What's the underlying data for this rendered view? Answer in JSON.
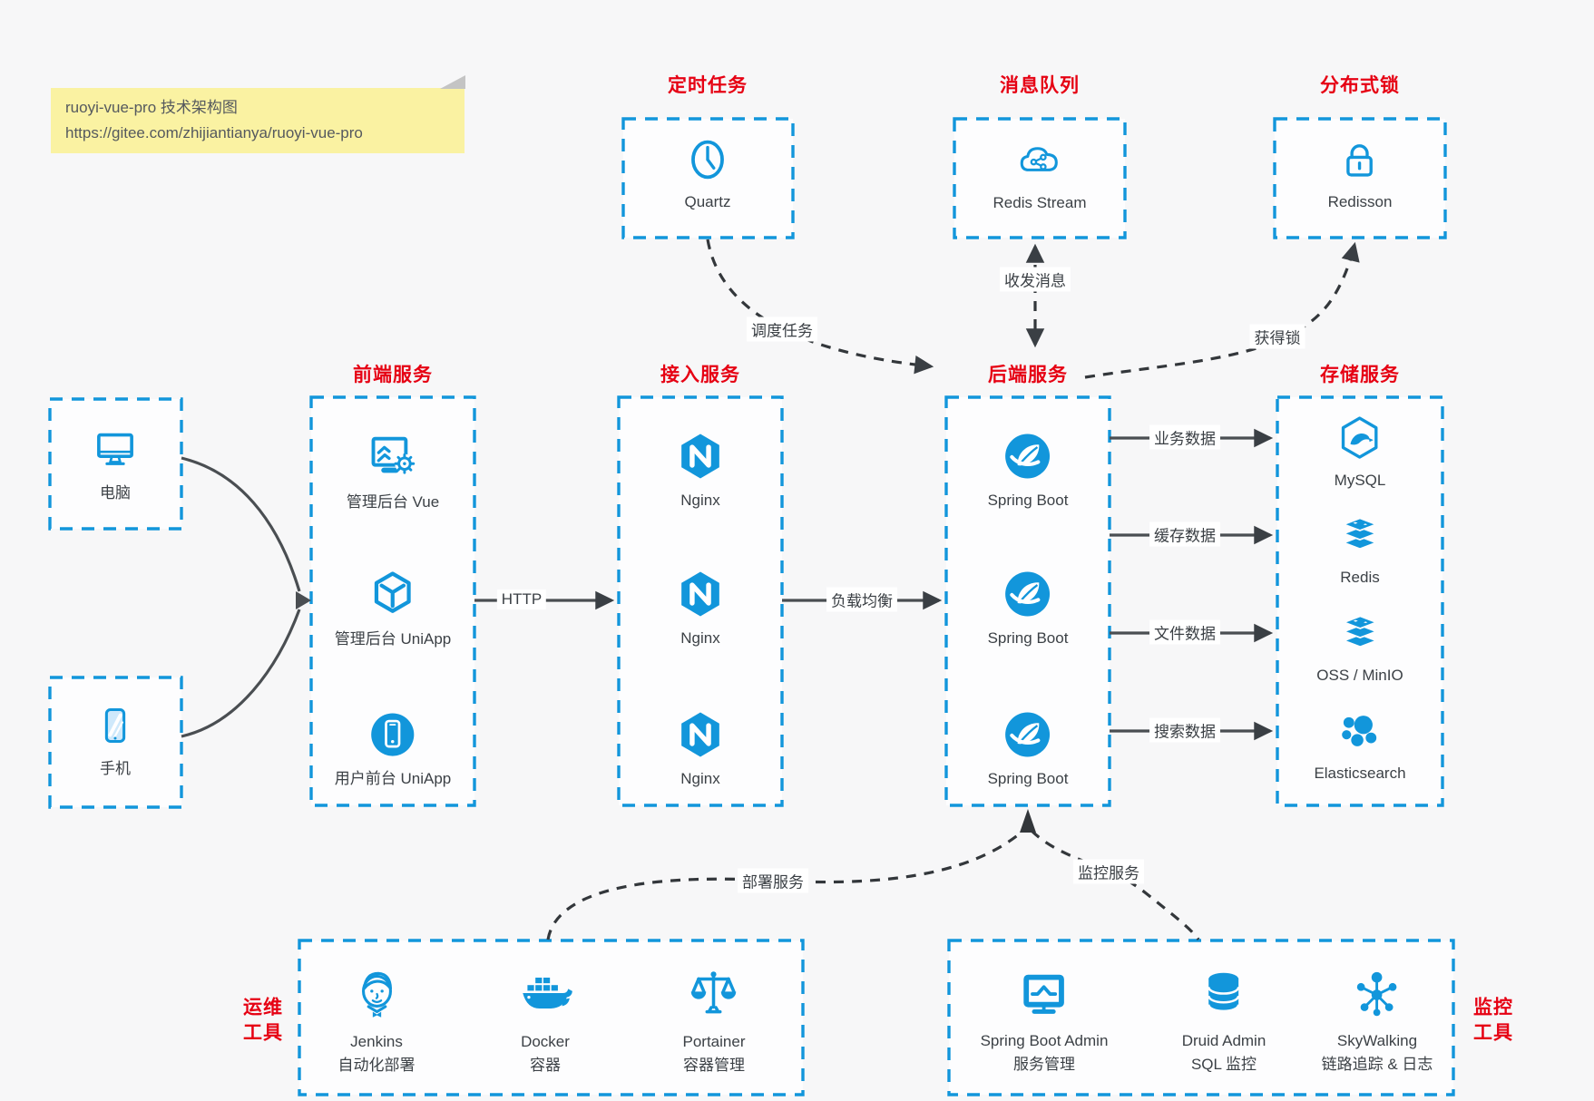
{
  "note": {
    "line1": "ruoyi-vue-pro 技术架构图",
    "line2": "https://gitee.com/zhijiantianya/ruoyi-vue-pro"
  },
  "colors": {
    "accent_blue": "#1296db",
    "title_red": "#e60113",
    "arrow_dark": "#4a4e52",
    "dashed_arrow": "#33373b",
    "note_bg": "#faf2a2",
    "background": "#f7f7f8"
  },
  "groups": {
    "scheduler": {
      "title": "定时任务",
      "items": [
        {
          "icon": "clock-icon",
          "label": "Quartz"
        }
      ]
    },
    "mq": {
      "title": "消息队列",
      "items": [
        {
          "icon": "cloud-share-icon",
          "label": "Redis Stream"
        }
      ]
    },
    "lock": {
      "title": "分布式锁",
      "items": [
        {
          "icon": "padlock-icon",
          "label": "Redisson"
        }
      ]
    },
    "clients": {
      "items": [
        {
          "icon": "desktop-icon",
          "label": "电脑"
        },
        {
          "icon": "smartphone-icon",
          "label": "手机"
        }
      ]
    },
    "frontend": {
      "title": "前端服务",
      "items": [
        {
          "icon": "monitor-gear-icon",
          "label": "管理后台 Vue"
        },
        {
          "icon": "cube-icon",
          "label": "管理后台 UniApp"
        },
        {
          "icon": "phone-circle-icon",
          "label": "用户前台 UniApp"
        }
      ]
    },
    "gateway": {
      "title": "接入服务",
      "items": [
        {
          "icon": "nginx-icon",
          "label": "Nginx"
        },
        {
          "icon": "nginx-icon",
          "label": "Nginx"
        },
        {
          "icon": "nginx-icon",
          "label": "Nginx"
        }
      ]
    },
    "backend": {
      "title": "后端服务",
      "items": [
        {
          "icon": "spring-icon",
          "label": "Spring Boot"
        },
        {
          "icon": "spring-icon",
          "label": "Spring Boot"
        },
        {
          "icon": "spring-icon",
          "label": "Spring Boot"
        }
      ]
    },
    "storage": {
      "title": "存储服务",
      "items": [
        {
          "icon": "mysql-icon",
          "label": "MySQL"
        },
        {
          "icon": "redis-icon",
          "label": "Redis"
        },
        {
          "icon": "stack-icon",
          "label": "OSS / MinIO"
        },
        {
          "icon": "elasticsearch-icon",
          "label": "Elasticsearch"
        }
      ]
    },
    "ops": {
      "title_line1": "运维",
      "title_line2": "工具",
      "items": [
        {
          "icon": "jenkins-icon",
          "label": "Jenkins",
          "sublabel": "自动化部署"
        },
        {
          "icon": "docker-icon",
          "label": "Docker",
          "sublabel": "容器"
        },
        {
          "icon": "portainer-icon",
          "label": "Portainer",
          "sublabel": "容器管理"
        }
      ]
    },
    "monitoring": {
      "title_line1": "监控",
      "title_line2": "工具",
      "items": [
        {
          "icon": "spring-admin-icon",
          "label": "Spring Boot Admin",
          "sublabel": "服务管理"
        },
        {
          "icon": "druid-icon",
          "label": "Druid Admin",
          "sublabel": "SQL 监控"
        },
        {
          "icon": "skywalking-icon",
          "label": "SkyWalking",
          "sublabel": "链路追踪 & 日志"
        }
      ]
    }
  },
  "edges": {
    "http": "HTTP",
    "load_balance": "负载均衡",
    "biz_data": "业务数据",
    "cache_data": "缓存数据",
    "file_data": "文件数据",
    "search_data": "搜索数据",
    "schedule": "调度任务",
    "messages": "收发消息",
    "acquire_lock": "获得锁",
    "deploy": "部署服务",
    "monitor": "监控服务"
  }
}
